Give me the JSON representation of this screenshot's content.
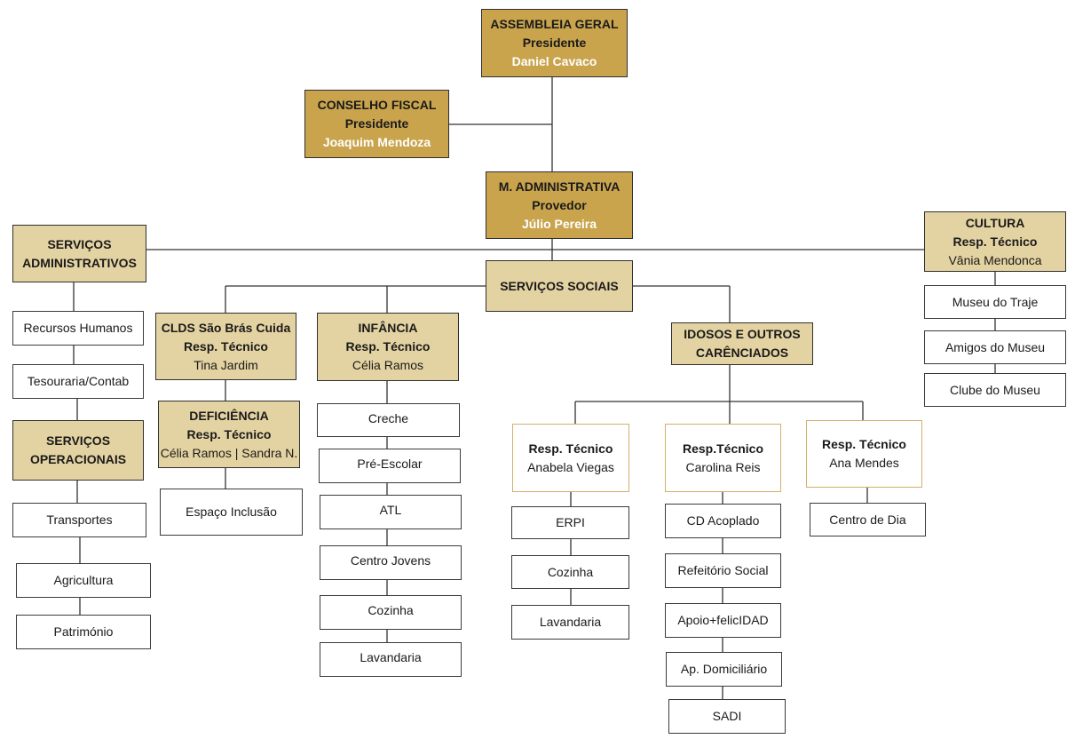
{
  "top": {
    "assembleia": {
      "title": "ASSEMBLEIA GERAL",
      "role": "Presidente",
      "person": "Daniel Cavaco"
    },
    "conselho_fiscal": {
      "title": "CONSELHO FISCAL",
      "role": "Presidente",
      "person": "Joaquim Mendoza"
    },
    "mesa_administrativa": {
      "title": "M. ADMINISTRATIVA",
      "role": "Provedor",
      "person": "Júlio Pereira"
    }
  },
  "servicos_administrativos": {
    "title_line1": "SERVIÇOS",
    "title_line2": "ADMINISTRATIVOS",
    "items": [
      "Recursos Humanos",
      "Tesouraria/Contab"
    ]
  },
  "servicos_operacionais": {
    "title_line1": "SERVIÇOS",
    "title_line2": "OPERACIONAIS",
    "items": [
      "Transportes",
      "Agricultura",
      "Património"
    ]
  },
  "cultura": {
    "title": "CULTURA",
    "role": "Resp. Técnico",
    "person": "Vânia Mendonca",
    "items": [
      "Museu do Traje",
      "Amigos do Museu",
      "Clube do Museu"
    ]
  },
  "servicos_sociais": {
    "title": "SERVIÇOS SOCIAIS"
  },
  "clds": {
    "title": "CLDS São Brás Cuida",
    "role": "Resp. Técnico",
    "person": "Tina Jardim"
  },
  "deficiencia": {
    "title": "DEFICIÊNCIA",
    "role": "Resp. Técnico",
    "person": "Célia Ramos | Sandra N.",
    "items": [
      "Espaço Inclusão"
    ]
  },
  "infancia": {
    "title": "INFÂNCIA",
    "role": "Resp. Técnico",
    "person": "Célia Ramos",
    "items": [
      "Creche",
      "Pré-Escolar",
      "ATL",
      "Centro Jovens",
      "Cozinha",
      "Lavandaria"
    ]
  },
  "idosos": {
    "title_line1": "IDOSOS E OUTROS",
    "title_line2": "CARÊNCIADOS",
    "groups": [
      {
        "role": "Resp. Técnico",
        "person": "Anabela Viegas",
        "items": [
          "ERPI",
          "Cozinha",
          "Lavandaria"
        ]
      },
      {
        "role": "Resp.Técnico",
        "person": "Carolina Reis",
        "items": [
          "CD Acoplado",
          "Refeitório Social",
          "Apoio+felicIDAD",
          "Ap. Domiciliário",
          "SADI"
        ]
      },
      {
        "role": "Resp. Técnico",
        "person": "Ana Mendes",
        "items": [
          "Centro de Dia"
        ]
      }
    ]
  },
  "colors": {
    "gold": "#c9a44d",
    "tan": "#e4d3a2",
    "outline": "#d2b06a",
    "line": "#333333"
  }
}
